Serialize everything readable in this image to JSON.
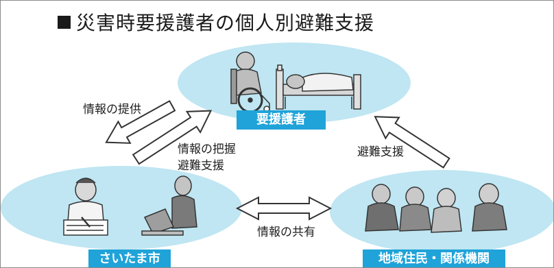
{
  "title": "災害時要援護者の個人別避難支援",
  "nodes": {
    "top": "要援護者",
    "left": "さいたま市",
    "right": "地域住民・関係機関"
  },
  "edges": {
    "provide_info": "情報の提供",
    "grasp_info": "情報の把握",
    "evac_support_left": "避難支援",
    "evac_support_right": "避難支援",
    "share_info": "情報の共有"
  },
  "colors": {
    "ellipse": "#bfe6f2",
    "label_bg": "#1fa3d8",
    "label_text": "#ffffff"
  }
}
